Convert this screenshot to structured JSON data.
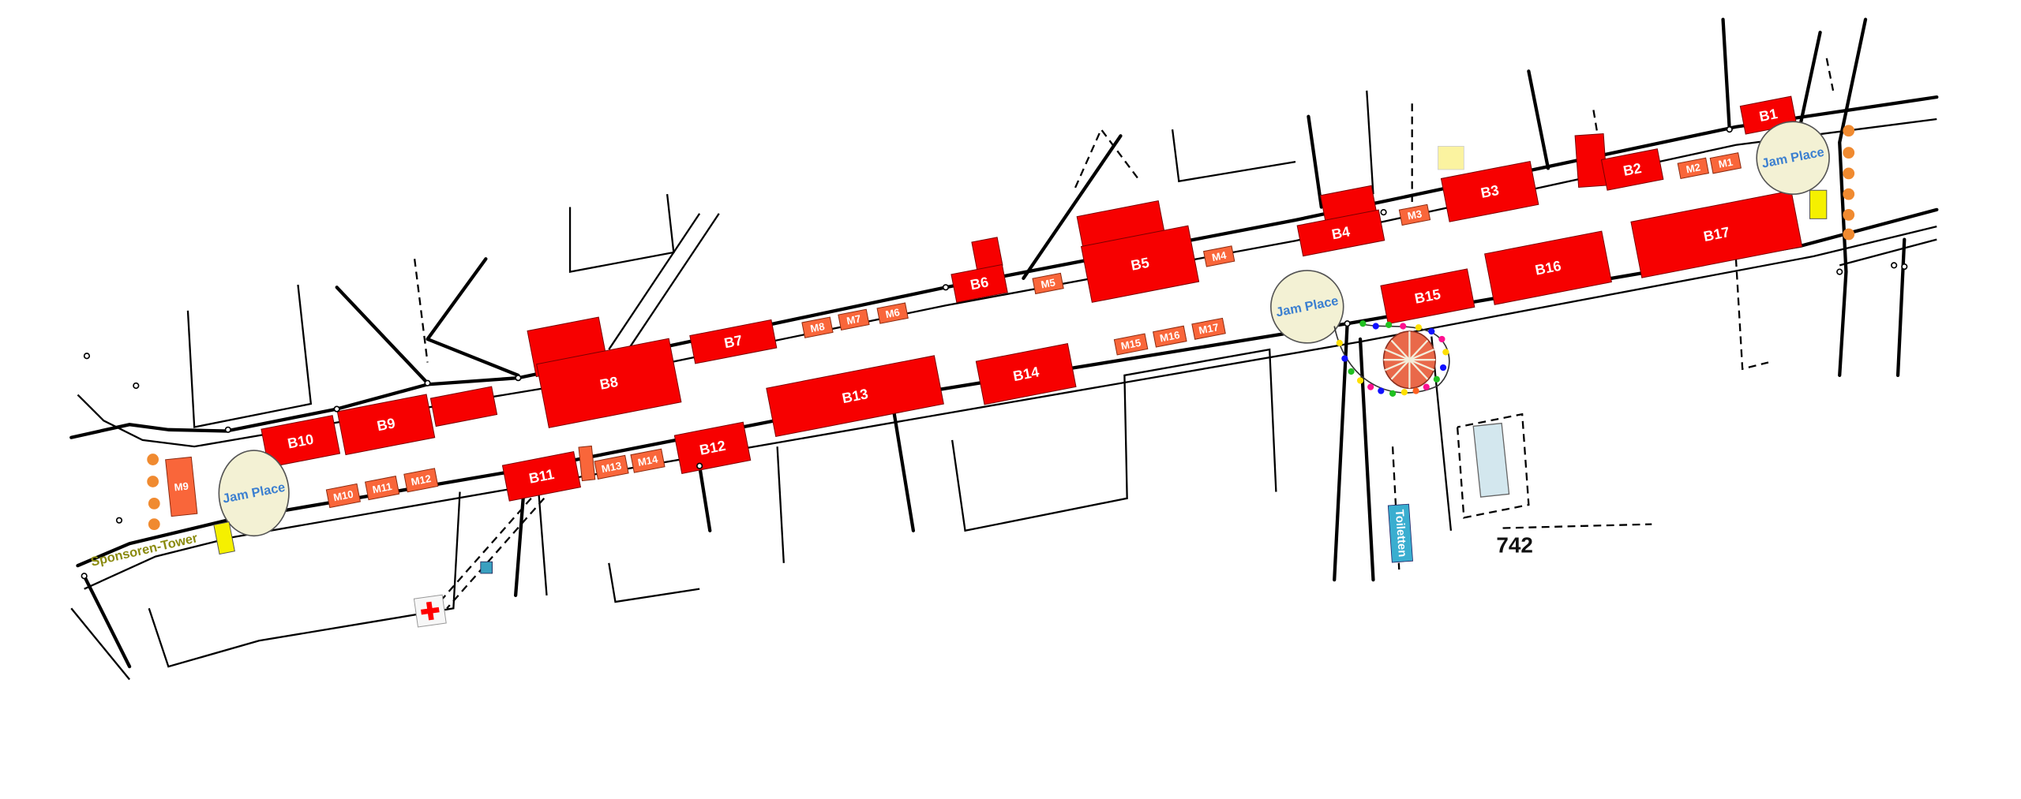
{
  "map": {
    "booths": {
      "B1": "B1",
      "B2": "B2",
      "B3": "B3",
      "B4": "B4",
      "B5": "B5",
      "B6": "B6",
      "B7": "B7",
      "B8": "B8",
      "B9": "B9",
      "B10": "B10",
      "B11": "B11",
      "B12": "B12",
      "B13": "B13",
      "B14": "B14",
      "B15": "B15",
      "B16": "B16",
      "B17": "B17"
    },
    "markets": {
      "M1": "M1",
      "M2": "M2",
      "M3": "M3",
      "M4": "M4",
      "M5": "M5",
      "M6": "M6",
      "M7": "M7",
      "M8": "M8",
      "M9": "M9",
      "M10": "M10",
      "M11": "M11",
      "M12": "M12",
      "M13": "M13",
      "M14": "M14",
      "M15": "M15",
      "M16": "M16",
      "M17": "M17"
    },
    "jam_place": "Jam Place",
    "sponsor_tower": "Sponsoren-Tower",
    "toilets": "Toiletten",
    "street_number": "742",
    "colors": {
      "booth": "#f70000",
      "market": "#f9663a",
      "jam": "#f3f1d4",
      "toilets": "#3aaed0",
      "tower": "#f5f000",
      "dots": "#f08a30"
    }
  }
}
